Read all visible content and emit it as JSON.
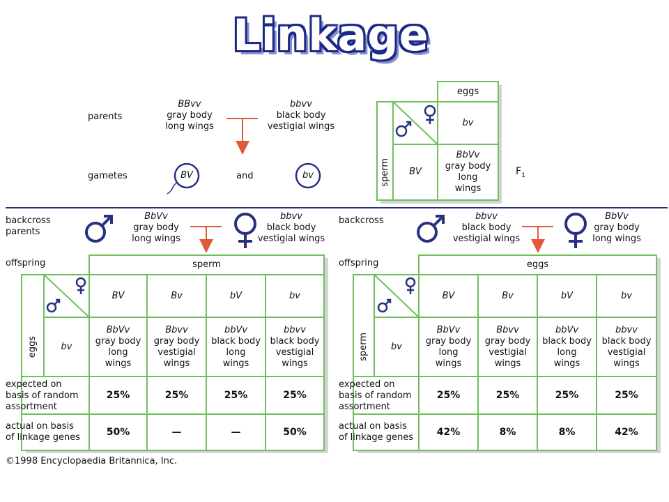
{
  "title": "Linkage",
  "colors": {
    "grid": "#6fbf5f",
    "gridShadow": "#c9c9c9",
    "rule": "#283080",
    "arrow": "#e05a3a",
    "symbol": "#283080"
  },
  "top": {
    "parents_label": "parents",
    "gametes_label": "gametes",
    "parent1": {
      "genotype": "BBvv",
      "l1": "gray body",
      "l2": "long wings"
    },
    "parent2": {
      "genotype": "bbvv",
      "l1": "black body",
      "l2": "vestigial wings"
    },
    "gamete1": "BV",
    "and_label": "and",
    "gamete2": "bv",
    "f1": {
      "eggs_header": "eggs",
      "egg": "bv",
      "sperm_label": "sperm",
      "sperm": "BV",
      "offspring": {
        "genotype": "BbVv",
        "l1": "gray body",
        "l2": "long",
        "l3": "wings"
      },
      "f_label": "F",
      "f_sub": "1"
    }
  },
  "left": {
    "backcross_label": "backcross",
    "parents_label": "parents",
    "male": {
      "genotype": "BbVv",
      "l1": "gray body",
      "l2": "long wings"
    },
    "female": {
      "genotype": "bbvv",
      "l1": "black body",
      "l2": "vestigial wings"
    },
    "offspring_label": "offspring",
    "header": "sperm",
    "side_label": "eggs",
    "row_gamete": "bv",
    "gametes": [
      "BV",
      "Bv",
      "bV",
      "bv"
    ],
    "offspring": [
      {
        "g": "BbVv",
        "l1": "gray body",
        "l2": "long",
        "l3": "wings"
      },
      {
        "g": "Bbvv",
        "l1": "gray body",
        "l2": "vestigial",
        "l3": "wings"
      },
      {
        "g": "bbVv",
        "l1": "black body",
        "l2": "long",
        "l3": "wings"
      },
      {
        "g": "bbvv",
        "l1": "black body",
        "l2": "vestigial",
        "l3": "wings"
      }
    ],
    "expected_label": [
      "expected on",
      "basis of random",
      "assortment"
    ],
    "expected": [
      "25%",
      "25%",
      "25%",
      "25%"
    ],
    "actual_label": [
      "actual on basis",
      "of linkage genes"
    ],
    "actual": [
      "50%",
      "—",
      "—",
      "50%"
    ]
  },
  "right": {
    "backcross_label": "backcross",
    "male": {
      "genotype": "bbvv",
      "l1": "black body",
      "l2": "vestigial wings"
    },
    "female": {
      "genotype": "BbVv",
      "l1": "gray body",
      "l2": "long wings"
    },
    "offspring_label": "offspring",
    "header": "eggs",
    "side_label": "sperm",
    "row_gamete": "bv",
    "gametes": [
      "BV",
      "Bv",
      "bV",
      "bv"
    ],
    "offspring": [
      {
        "g": "BbVv",
        "l1": "gray body",
        "l2": "long",
        "l3": "wings"
      },
      {
        "g": "Bbvv",
        "l1": "gray body",
        "l2": "vestigial",
        "l3": "wings"
      },
      {
        "g": "bbVv",
        "l1": "black body",
        "l2": "long",
        "l3": "wings"
      },
      {
        "g": "bbvv",
        "l1": "black body",
        "l2": "vestigial",
        "l3": "wings"
      }
    ],
    "expected_label": [
      "expected on",
      "basis of random",
      "assortment"
    ],
    "expected": [
      "25%",
      "25%",
      "25%",
      "25%"
    ],
    "actual_label": [
      "actual on basis",
      "of linkage genes"
    ],
    "actual": [
      "42%",
      "8%",
      "8%",
      "42%"
    ]
  },
  "copyright": "©1998 Encyclopaedia Britannica, Inc."
}
